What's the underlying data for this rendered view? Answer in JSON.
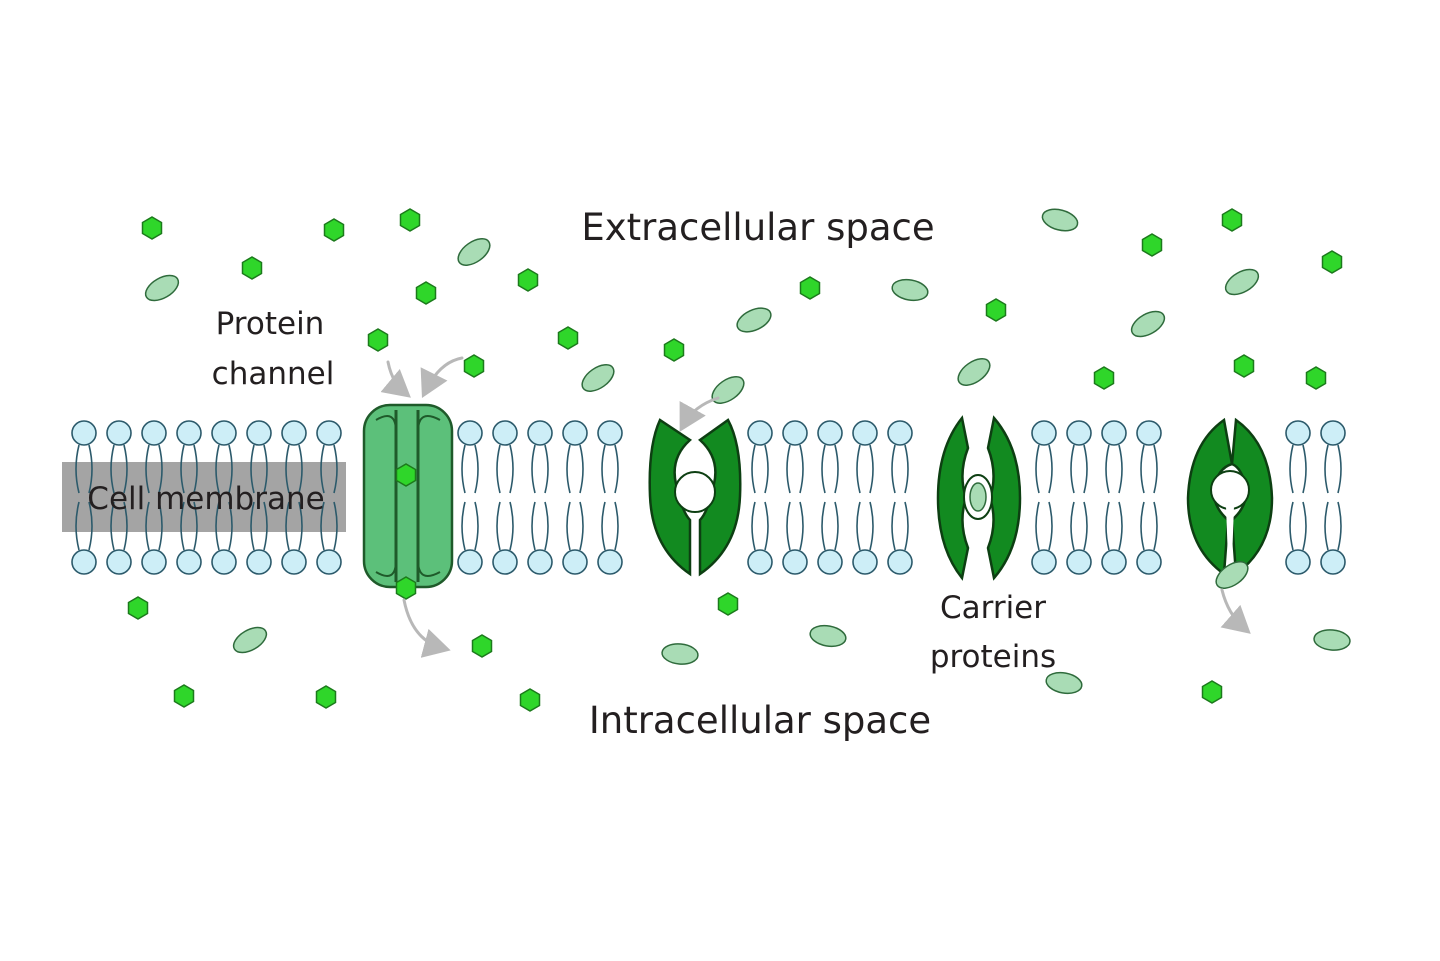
{
  "labels": {
    "extracellular": "Extracellular space",
    "intracellular": "Intracellular space",
    "protein_channel_line1": "Protein",
    "protein_channel_line2": "channel",
    "cell_membrane": "Cell membrane",
    "carrier_proteins_line1": "Carrier",
    "carrier_proteins_line2": "proteins"
  },
  "colors": {
    "background": "#ffffff",
    "phospholipid_head": "#cdeef7",
    "head_outline": "#2c5a6b",
    "channel_protein": "#5cc07a",
    "carrier_protein": "#128a20",
    "solute_dot": "#2fd62a",
    "solute_oval": "#a9dcb5",
    "arrow": "#b8b8b8",
    "membrane_label_band": "#9a9a9a"
  },
  "icons": {
    "phospholipid": "phospholipid-bilayer-icon",
    "channel": "protein-channel-icon",
    "carrier": "carrier-protein-icon",
    "solute": "solute-molecule-icon"
  }
}
